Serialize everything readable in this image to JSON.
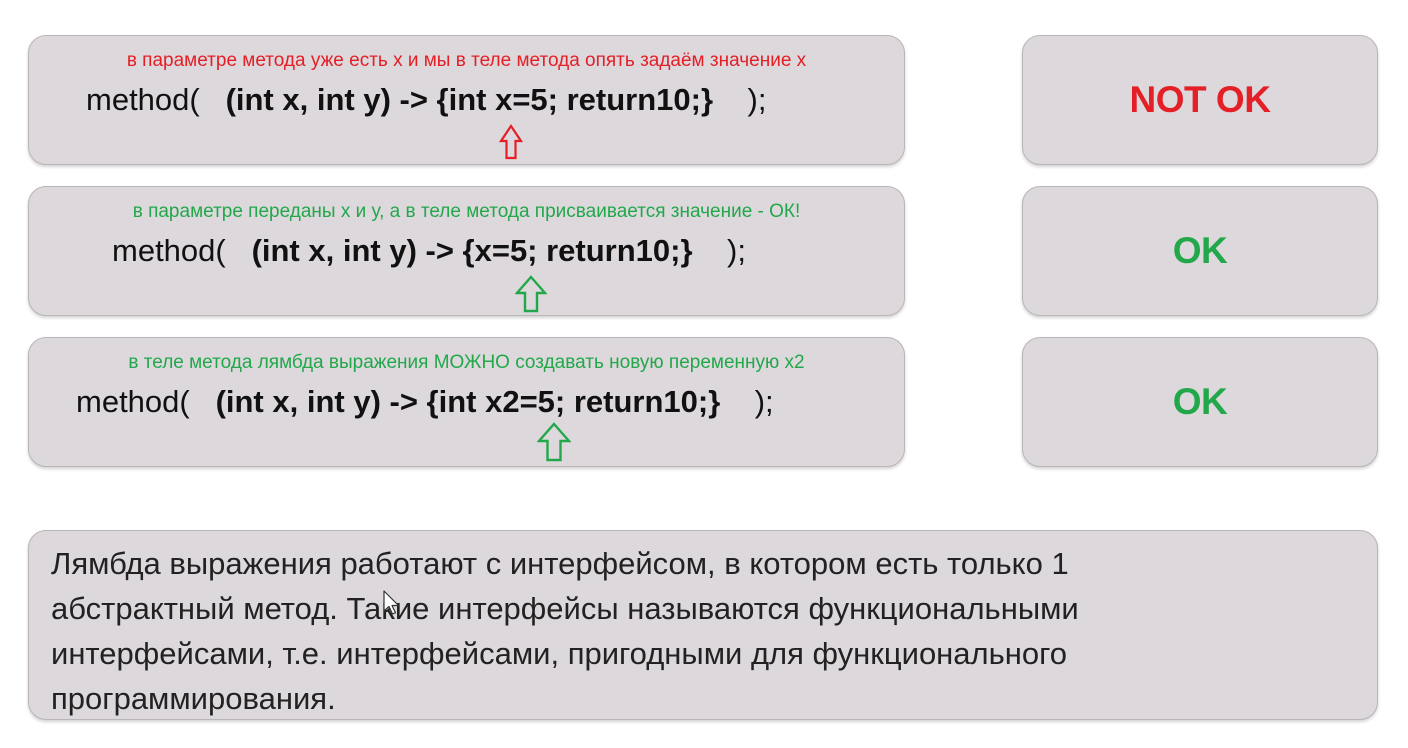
{
  "colors": {
    "error": "#e41f26",
    "ok": "#22a84a",
    "box_bg": "#dcd8dc"
  },
  "rows": [
    {
      "note": "в параметре метода уже есть х и мы в теле метода опять задаём значение х",
      "code_prefix": "method(   ",
      "code_bold": "(int x, int y) -> {int x=5; return10;}",
      "code_suffix": "    );",
      "arrow_icon": "up-arrow-outline-icon",
      "status": "NOT OK"
    },
    {
      "note": "в параметре переданы х и у, а в теле метода присваивается значение - ОК!",
      "code_prefix": "method(   ",
      "code_bold": "(int x, int y) -> {x=5; return10;}",
      "code_suffix": "    );",
      "arrow_icon": "up-arrow-outline-icon",
      "status": "OK"
    },
    {
      "note": "в теле метода лямбда выражения МОЖНО создавать новую переменную х2",
      "code_prefix": "method(   ",
      "code_bold": "(int x, int y) -> {int x2=5; return10;}",
      "code_suffix": "    );",
      "arrow_icon": "up-arrow-outline-icon",
      "status": "OK"
    }
  ],
  "summary": "Лямбда выражения работают с интерфейсом, в котором есть только 1 абстрактный метод. Такие интерфейсы называются функциональными интерфейсами, т.е. интерфейсами, пригодными для функционального программирования.",
  "cursor_icon": "mouse-pointer-icon"
}
